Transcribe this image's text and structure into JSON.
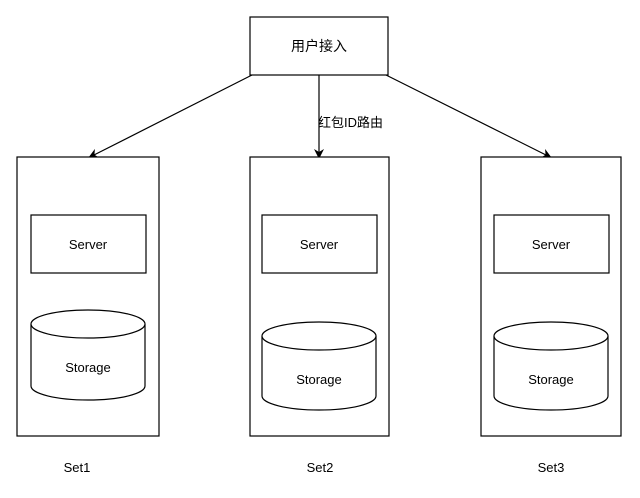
{
  "entry": {
    "label": "用户接入"
  },
  "routing": {
    "label": "红包ID路由"
  },
  "sets": [
    {
      "name": "Set1",
      "server": "Server",
      "storage": "Storage"
    },
    {
      "name": "Set2",
      "server": "Server",
      "storage": "Storage"
    },
    {
      "name": "Set3",
      "server": "Server",
      "storage": "Storage"
    }
  ],
  "colors": {
    "stroke": "#000000",
    "background": "#ffffff"
  }
}
